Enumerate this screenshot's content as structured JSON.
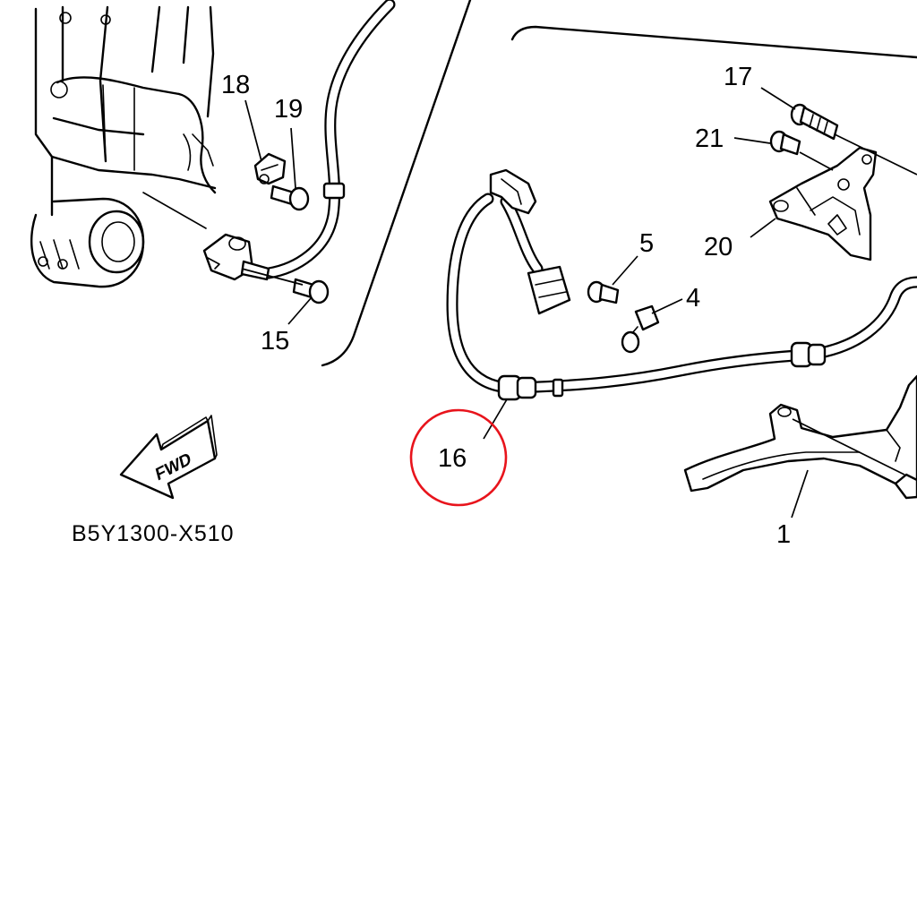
{
  "diagram": {
    "drawing_code": "B5Y1300-X510",
    "direction_arrow": "FWD",
    "highlight_color": "#e8141c",
    "line_color": "#000000",
    "background_color": "#ffffff",
    "callouts": {
      "c18": "18",
      "c19": "19",
      "c15": "15",
      "c17": "17",
      "c21": "21",
      "c20": "20",
      "c5": "5",
      "c4": "4",
      "c16": "16",
      "c1": "1"
    },
    "highlighted_callout": "16"
  }
}
